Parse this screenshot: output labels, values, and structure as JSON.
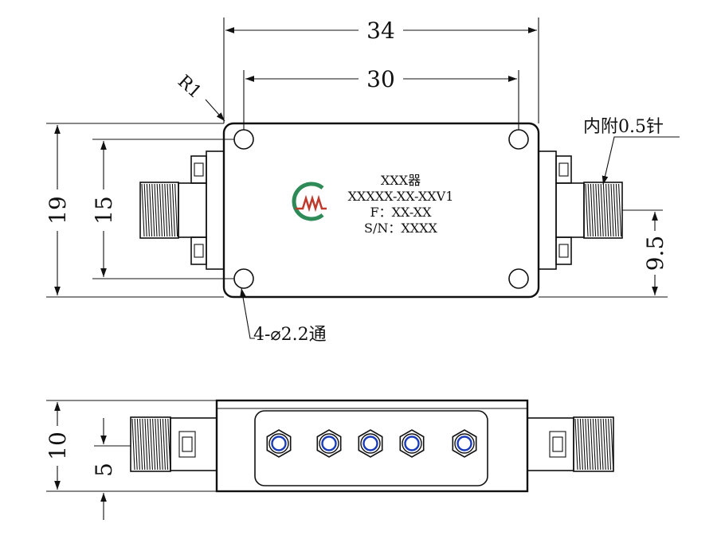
{
  "dimensions": {
    "overall_width": "34",
    "hole_spacing_width": "30",
    "overall_height": "19",
    "hole_spacing_height": "15",
    "connector_offset": "9.5",
    "side_height": "10",
    "side_connector_height": "5"
  },
  "notes": {
    "corner_radius": "R1",
    "holes": "4-⌀2.2通",
    "pin": "内附0.5针"
  },
  "label": {
    "name": "XXX器",
    "model": "XXXXX-XX-XXV1",
    "frequency": "F：XX-XX",
    "serial": "S/N：XXXX"
  },
  "colors": {
    "logo_red": "#c0392b",
    "logo_green": "#2e8b57",
    "pin_blue": "#1a3cb8"
  },
  "icons": {
    "logo": "company-logo-icon",
    "sma": "sma-connector-icon",
    "feedthrough": "feedthrough-pin-icon"
  }
}
